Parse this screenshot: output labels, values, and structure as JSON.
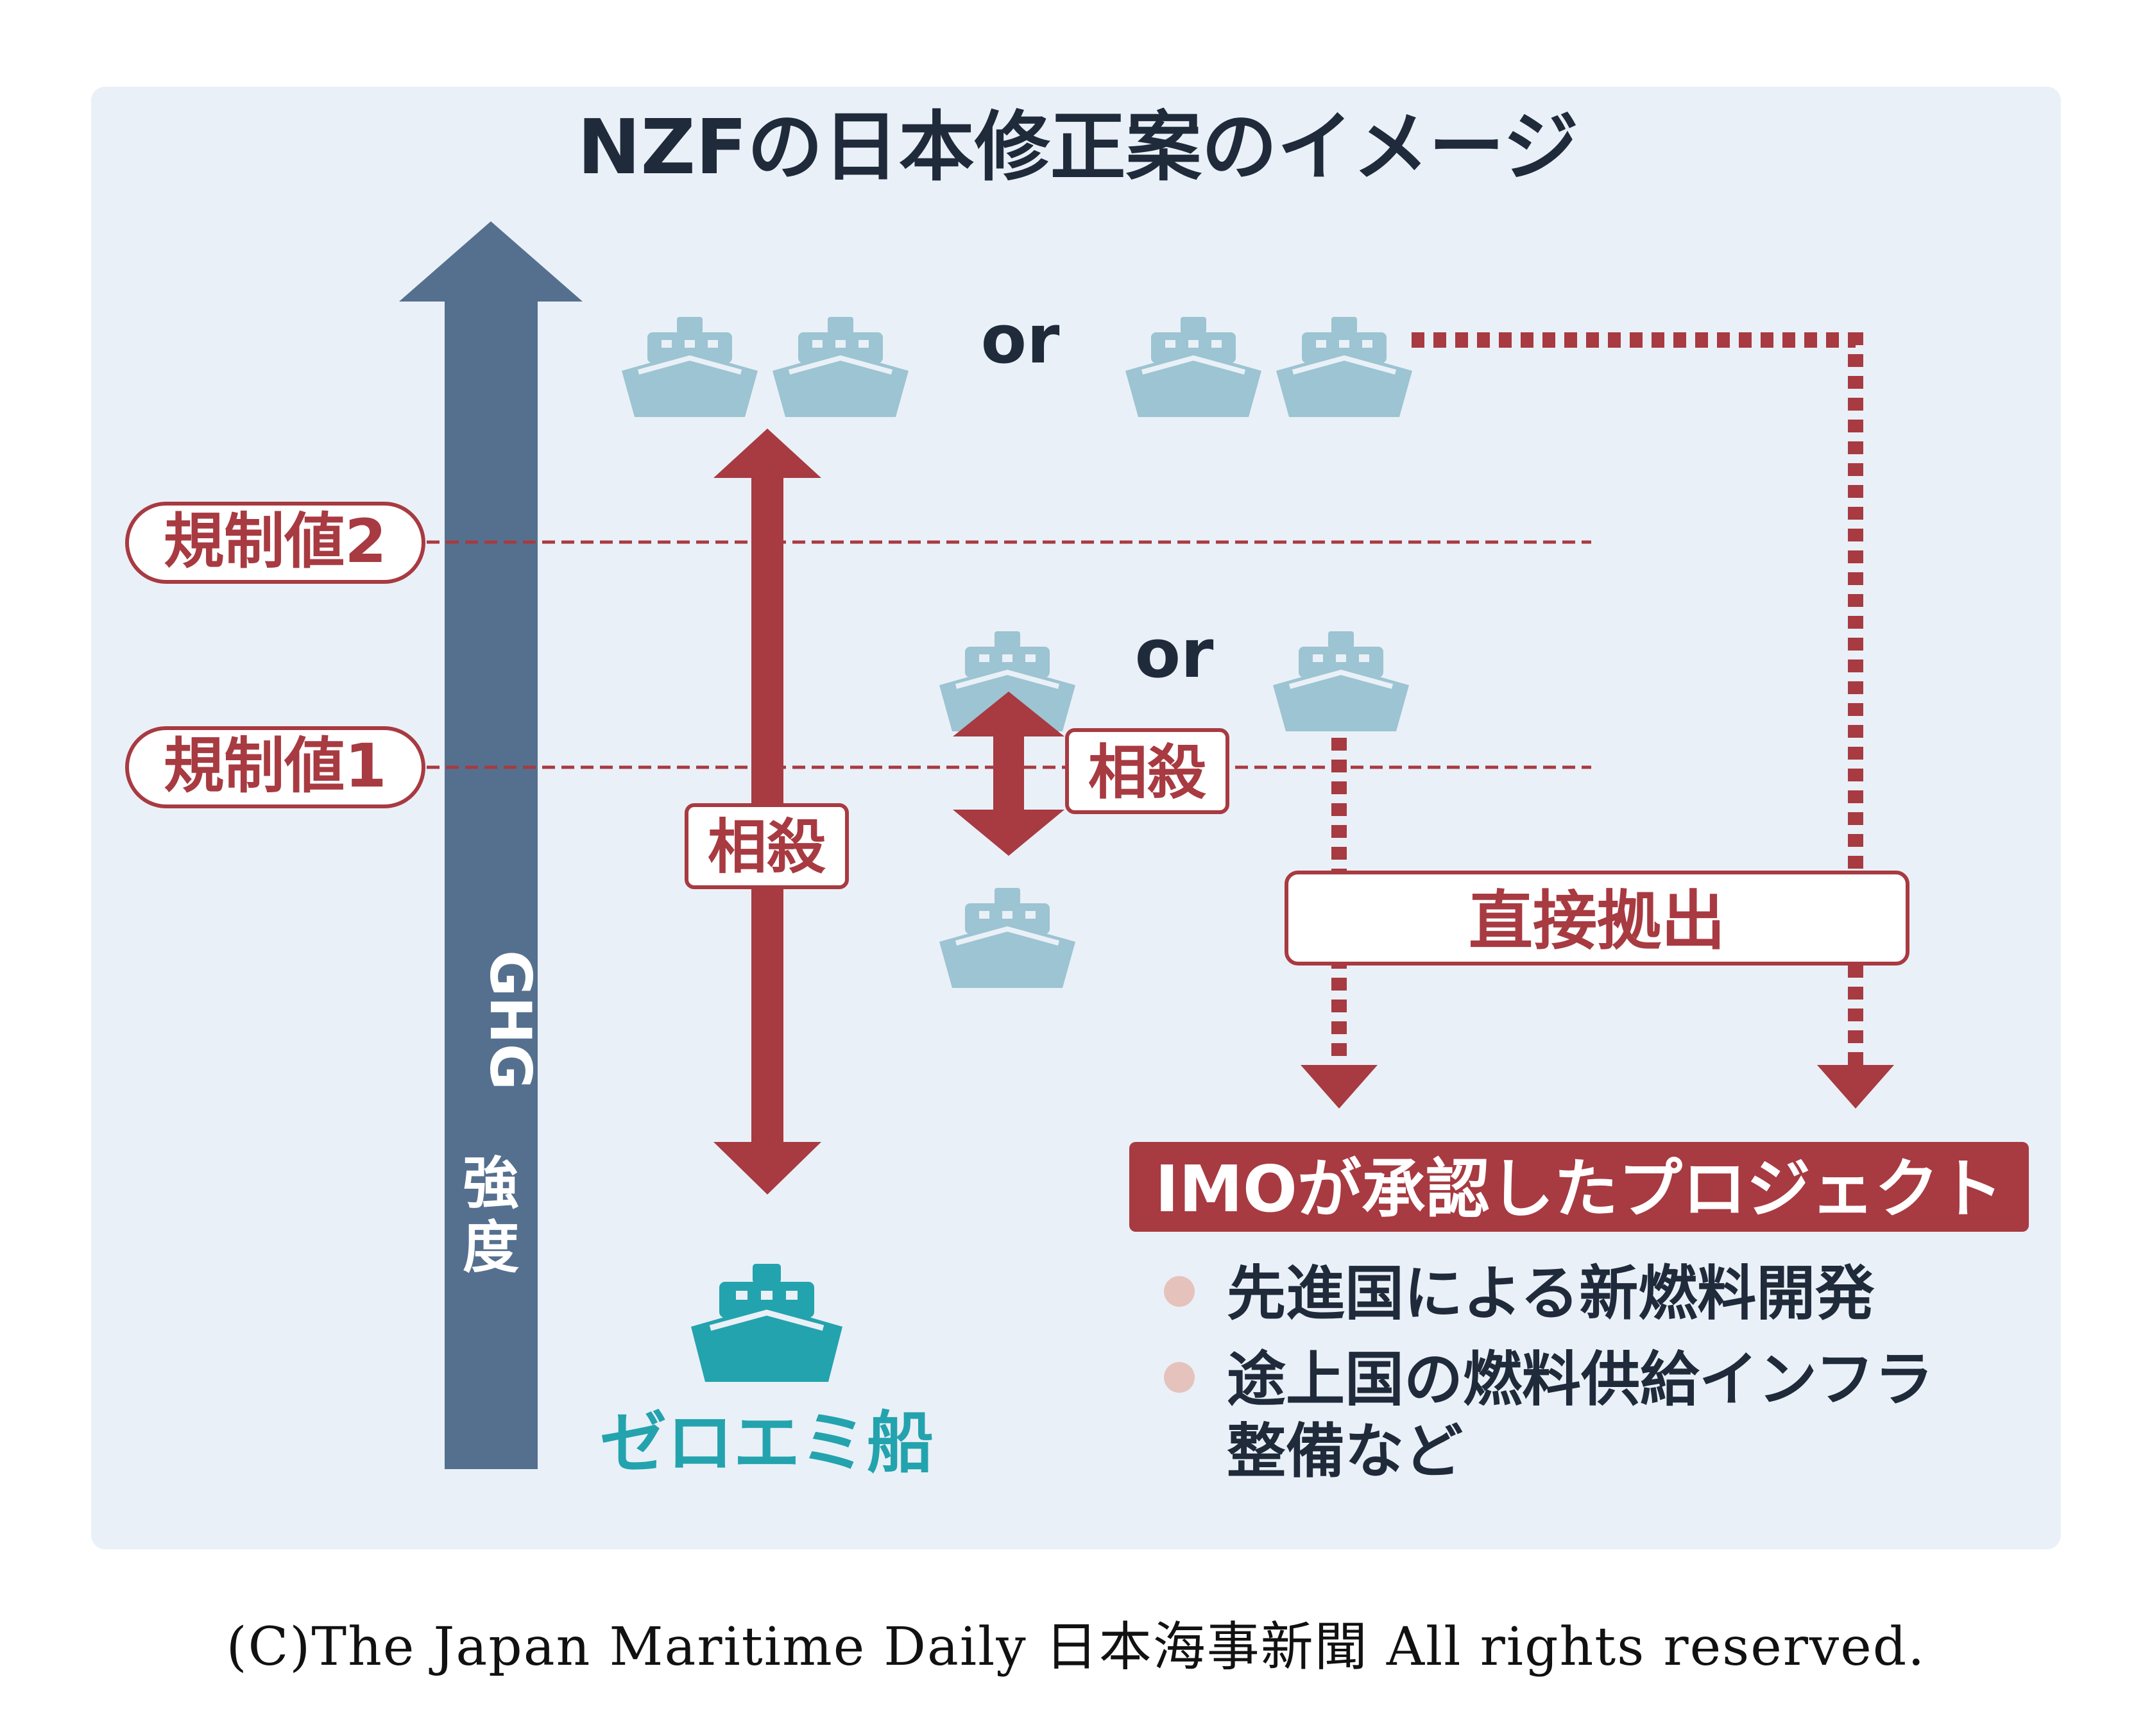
{
  "title": "NZFの日本修正案のイメージ",
  "axis_label_latin": "GHG",
  "axis_label_kanji": [
    "強",
    "度"
  ],
  "regulation_levels": [
    {
      "label": "規制値2"
    },
    {
      "label": "規制値1"
    }
  ],
  "or_label": "or",
  "offset_label": "相殺",
  "direct_contribution_label": "直接拠出",
  "zero_emission_label": "ゼロエミ船",
  "projects": {
    "title": "IMOが承認したプロジェクト",
    "items": [
      [
        "先進国による新燃料開発"
      ],
      [
        "途上国の燃料供給インフラ",
        "整備など"
      ]
    ]
  },
  "copyright": "(C)The Japan Maritime Daily 日本海事新聞 All rights reserved.",
  "colors": {
    "panel": "#EAF0F7",
    "axis_arrow": "#55708F",
    "ship": "#9CC4D2",
    "zero_ship": "#23A3AE",
    "red": "#A83A41",
    "dark_text": "#1F2A3A",
    "bullet": "#E6C2BC"
  }
}
